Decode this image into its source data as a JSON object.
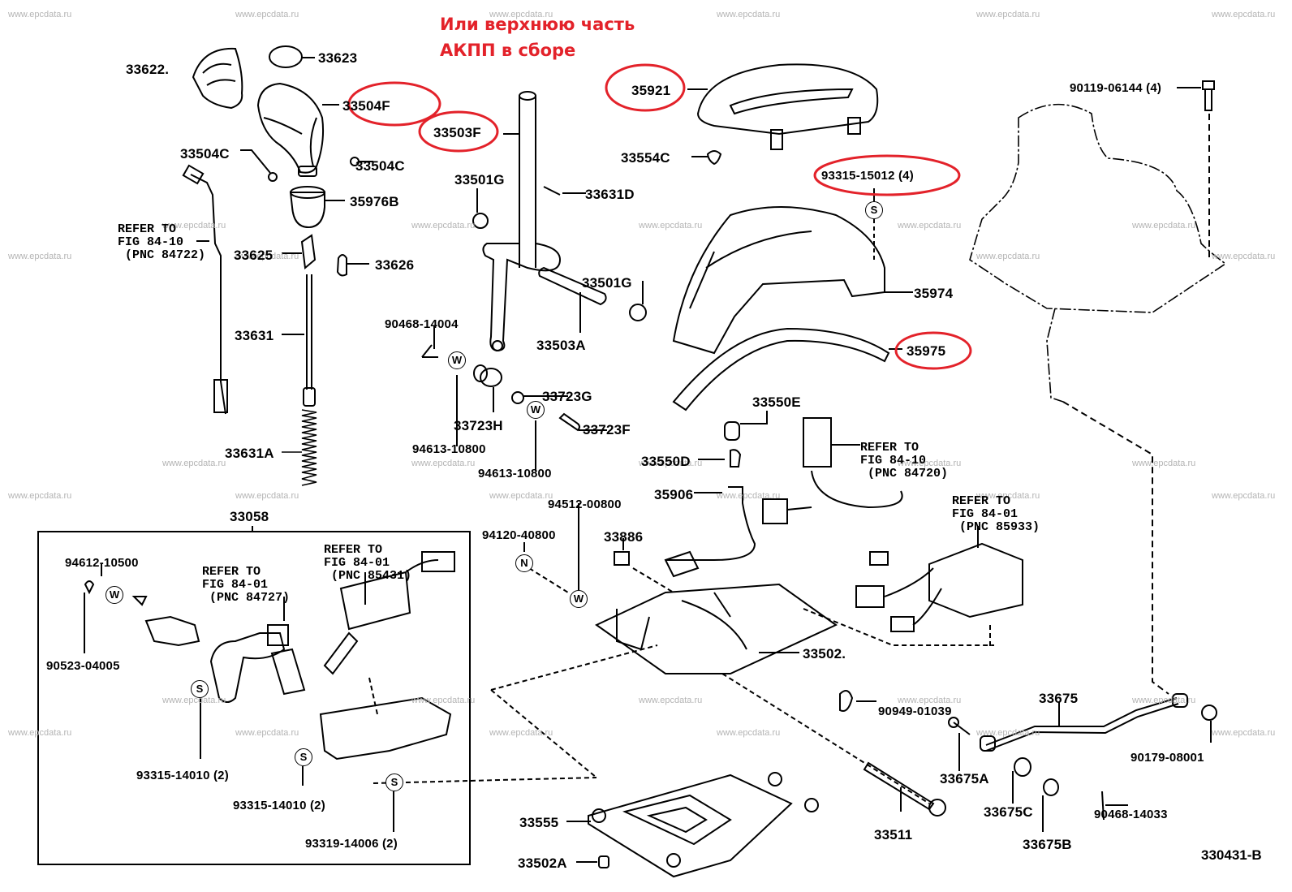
{
  "annotation": {
    "lines": [
      "Или верхнюю часть",
      "АКПП в сборе"
    ],
    "color": "#e3222a"
  },
  "watermark": "www.epcdata.ru",
  "figure_number": "330431-B",
  "assembly_box": {
    "label": "33058"
  },
  "parts": {
    "p33622": "33622.",
    "p33623": "33623",
    "p33504F": "33504F",
    "p33503F": "33503F",
    "p33504C_left": "33504C",
    "p33504C_right": "33504C",
    "p35976B": "35976B",
    "p33625": "33625",
    "p33626": "33626",
    "p33631": "33631",
    "p33631A": "33631A",
    "p33501G_top": "33501G",
    "p33631D": "33631D",
    "p33501G_mid": "33501G",
    "p33503A": "33503A",
    "p90468_14004": "90468-14004",
    "p33723G": "33723G",
    "p33723H": "33723H",
    "p33723F": "33723F",
    "p94613_10800_a": "94613-10800",
    "p94613_10800_b": "94613-10800",
    "p35921": "35921",
    "p33554C": "33554C",
    "p93315_15012": "93315-15012 (4)",
    "p35974": "35974",
    "p35975": "35975",
    "p90119_06144": "90119-06144 (4)",
    "p33550E": "33550E",
    "p33550D": "33550D",
    "p35906": "35906",
    "p94512_00800": "94512-00800",
    "p94120_40800": "94120-40800",
    "p33886": "33886",
    "p33502": "33502.",
    "p90949_01039": "90949-01039",
    "p33675": "33675",
    "p33675A": "33675A",
    "p33675C": "33675C",
    "p33675B": "33675B",
    "p90179_08001": "90179-08001",
    "p90468_14033": "90468-14033",
    "p33511": "33511",
    "p33555": "33555",
    "p33502A": "33502A",
    "p94612_10500": "94612-10500",
    "p90523_04005": "90523-04005",
    "p93315_14010_a": "93315-14010 (2)",
    "p93315_14010_b": "93315-14010 (2)",
    "p93319_14006": "93319-14006 (2)"
  },
  "references": {
    "ref_84722": "REFER TO\nFIG 84-10\n (PNC 84722)",
    "ref_84720": "REFER TO\nFIG 84-10\n (PNC 84720)",
    "ref_85933": "REFER TO\nFIG 84-01\n (PNC 85933)",
    "ref_84727": "REFER TO\nFIG 84-01\n (PNC 84727)",
    "ref_85431": "REFER TO\nFIG 84-01\n (PNC 85431)"
  },
  "symbols": {
    "washer": "W",
    "screw": "S",
    "nut": "N"
  },
  "highlighted_parts": [
    "33504F",
    "33503F",
    "35921",
    "93315-15012 (4)",
    "35975"
  ]
}
